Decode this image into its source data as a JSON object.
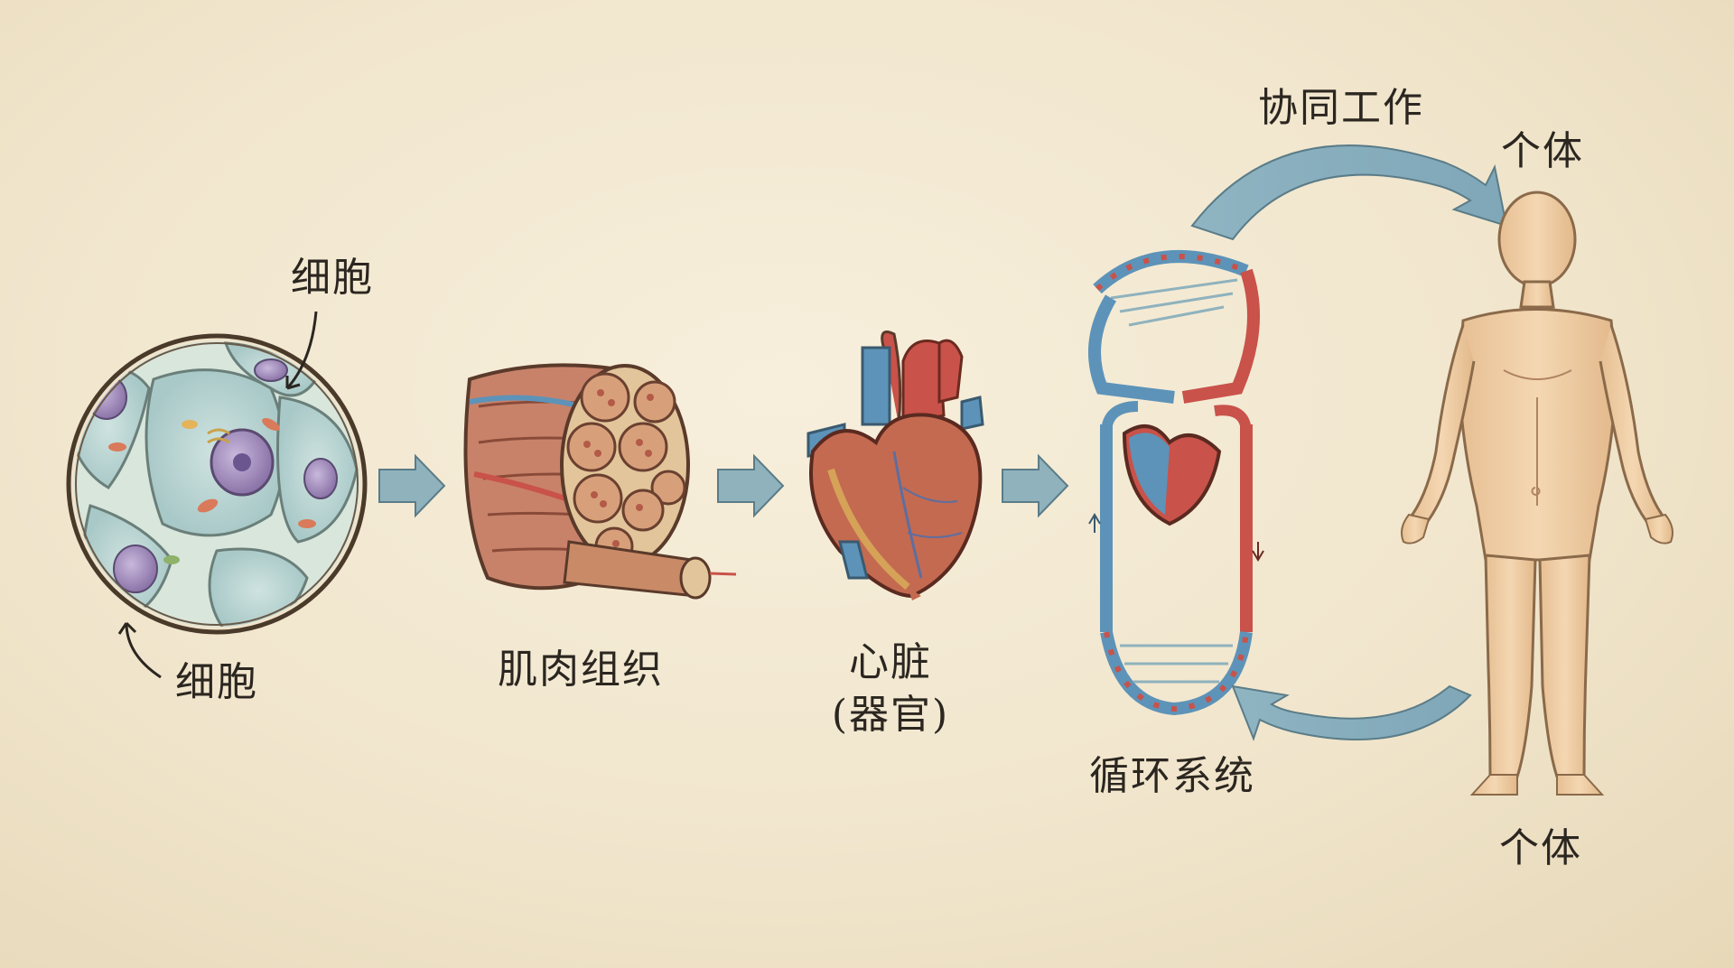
{
  "labels": {
    "cell_top": "细胞",
    "cell_bottom": "细胞",
    "tissue": "肌肉组织",
    "organ_line1": "心脏",
    "organ_line2": "(器官)",
    "system": "循环系统",
    "cooperate": "协同工作",
    "organism_top": "个体",
    "organism_bottom": "个体"
  },
  "colors": {
    "background": "#f1e6cd",
    "arrow": "#8fb2bd",
    "artery_red": "#c9524a",
    "vein_blue": "#5d93b8",
    "skin": "#f0cfa6"
  }
}
